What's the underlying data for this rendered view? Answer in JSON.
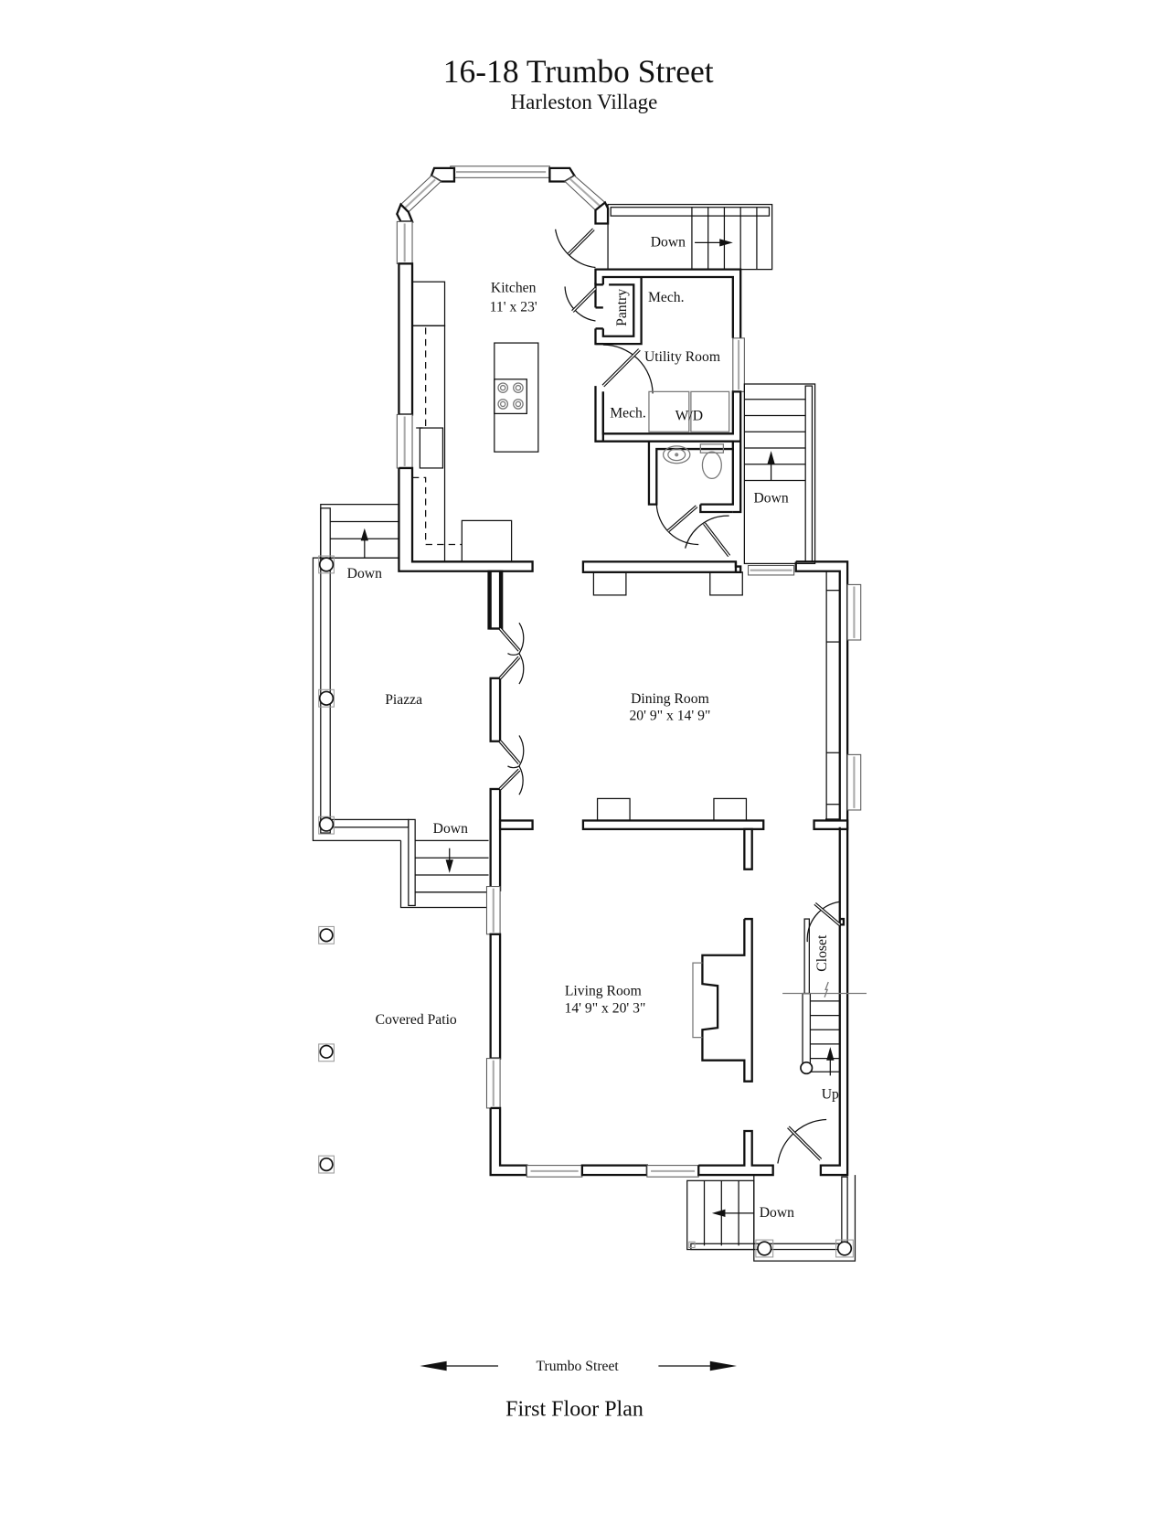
{
  "header": {
    "title": "16-18 Trumbo Street",
    "subtitle": "Harleston Village"
  },
  "rooms": {
    "kitchen": {
      "name": "Kitchen",
      "size": "11' x 23'"
    },
    "pantry": {
      "name": "Pantry"
    },
    "mech_upper": {
      "name": "Mech."
    },
    "utility_room": {
      "name": "Utility Room"
    },
    "mech_lower": {
      "name": "Mech."
    },
    "washer_dryer": {
      "name": "W/D"
    },
    "piazza": {
      "name": "Piazza"
    },
    "dining_room": {
      "name": "Dining Room",
      "size": "20' 9\" x 14' 9\""
    },
    "living_room": {
      "name": "Living Room",
      "size": "14' 9\" x 20' 3\""
    },
    "covered_patio": {
      "name": "Covered Patio"
    },
    "closet": {
      "name": "Closet"
    }
  },
  "stairs": {
    "kitchen_rear": {
      "label": "Down",
      "direction": "right"
    },
    "utility_side": {
      "label": "Down",
      "direction": "up"
    },
    "piazza_rear": {
      "label": "Down",
      "direction": "up"
    },
    "piazza_front": {
      "label": "Down",
      "direction": "down"
    },
    "front_entry": {
      "label": "Down",
      "direction": "left"
    },
    "interior": {
      "label": "Up",
      "direction": "up"
    }
  },
  "footer": {
    "street_label": "Trumbo Street",
    "street_arrows": [
      "left-arrow",
      "right-arrow"
    ],
    "caption": "First Floor Plan"
  }
}
